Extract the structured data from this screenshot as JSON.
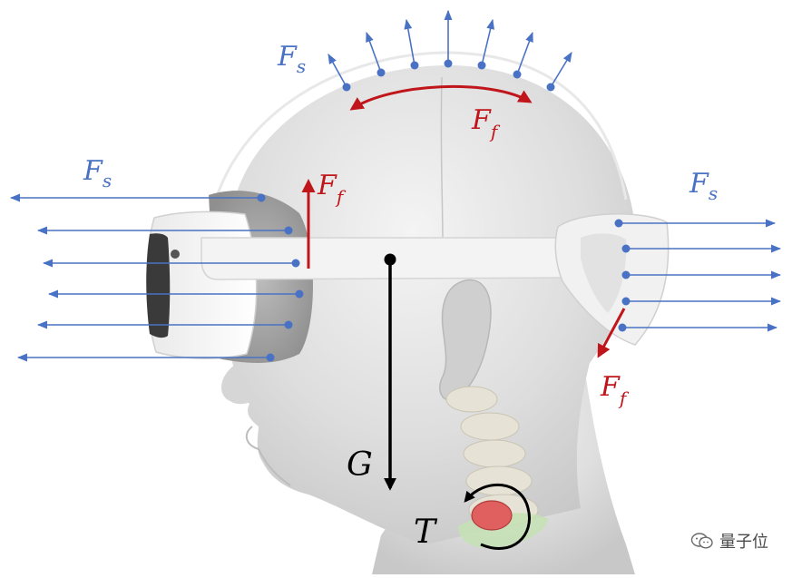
{
  "labels": {
    "fs_top": {
      "main": "F",
      "sub": "s"
    },
    "fs_left": {
      "main": "F",
      "sub": "s"
    },
    "fs_right": {
      "main": "F",
      "sub": "s"
    },
    "ff_top": {
      "main": "F",
      "sub": "f"
    },
    "ff_front": {
      "main": "F",
      "sub": "f"
    },
    "ff_back": {
      "main": "F",
      "sub": "f"
    },
    "gravity": "G",
    "torque": "T"
  },
  "watermark": {
    "text": "量子位",
    "icon": "wechat-icon"
  },
  "colors": {
    "support_force": "#4a72c4",
    "friction_force": "#c0161b",
    "gravity": "#000000",
    "torque_spot": "#e06060",
    "head": "#dcdcdc",
    "headset": "#f2f2f2"
  }
}
